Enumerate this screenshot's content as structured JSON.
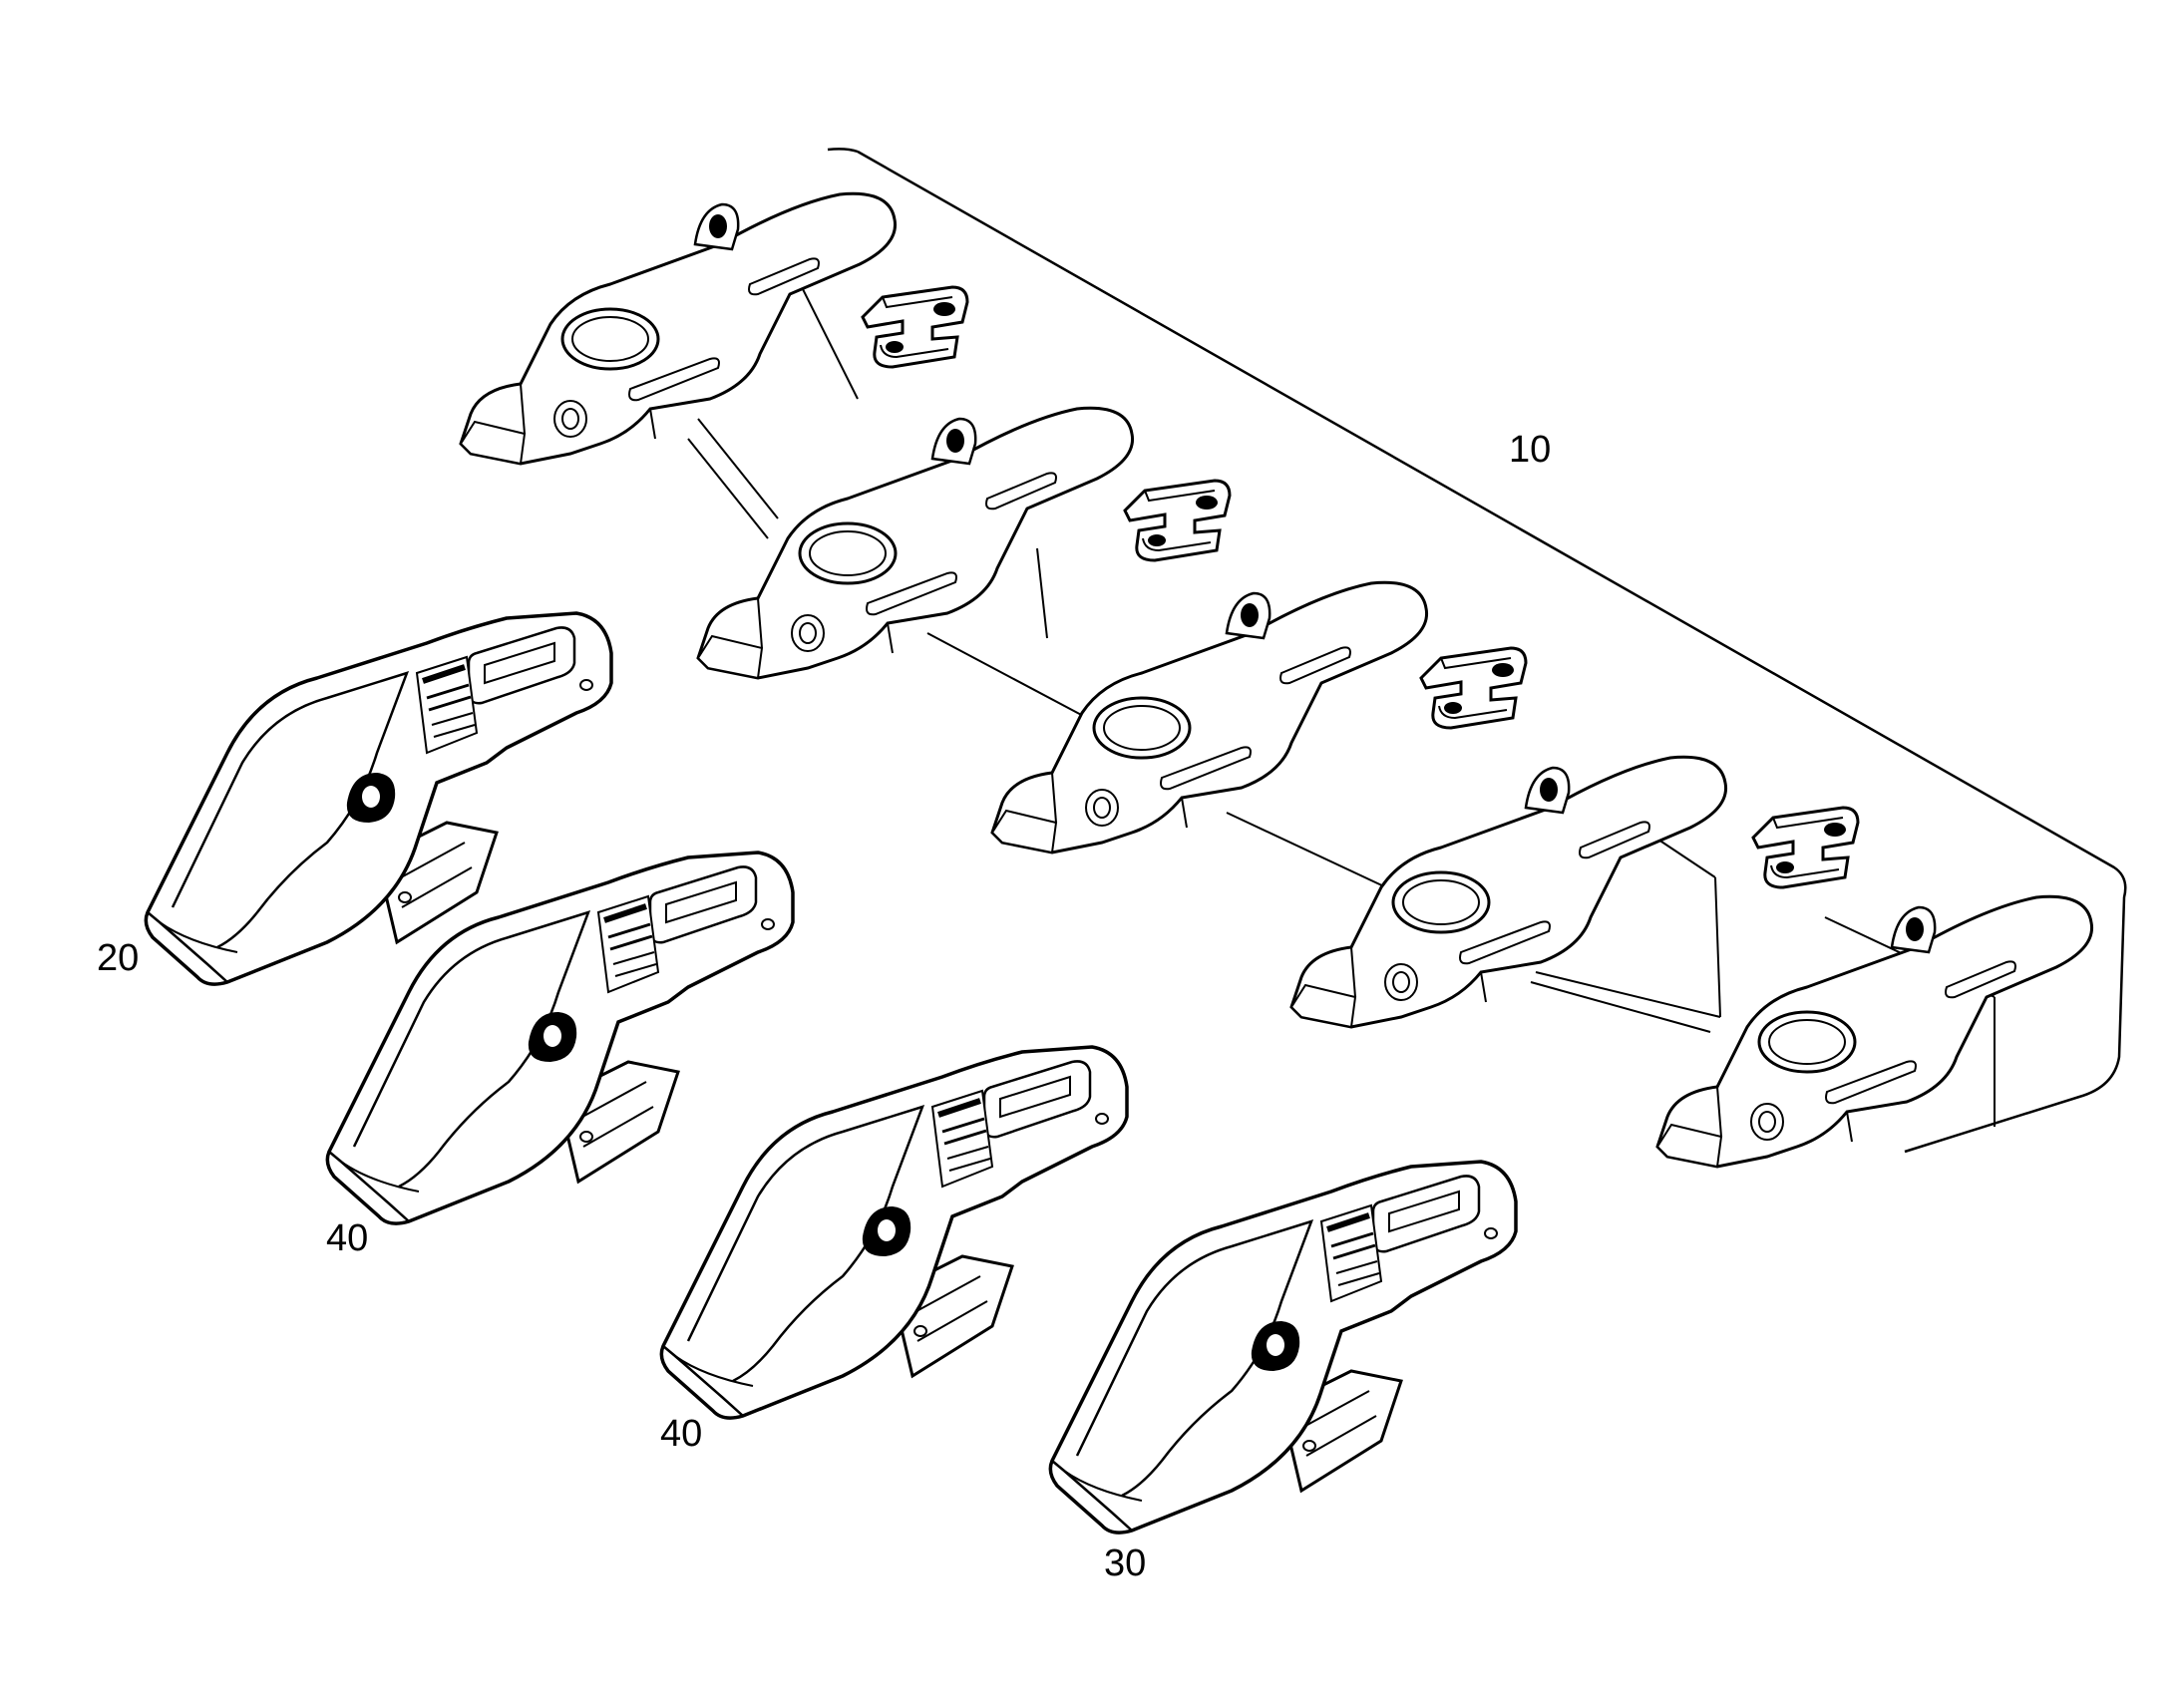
{
  "diagram": {
    "line_color": "#000000",
    "fill_color": "#ffffff",
    "callouts": [
      {
        "id": "10",
        "text": "10"
      },
      {
        "id": "20",
        "text": "20"
      },
      {
        "id": "40a",
        "text": "40"
      },
      {
        "id": "40b",
        "text": "40"
      },
      {
        "id": "30",
        "text": "30"
      }
    ],
    "parts": {
      "adapter_bar": {
        "adapter_count": 5,
        "clip_count": 4
      },
      "teeth": [
        {
          "callout": "20"
        },
        {
          "callout": "40"
        },
        {
          "callout": "40"
        },
        {
          "callout": "30"
        }
      ]
    }
  }
}
